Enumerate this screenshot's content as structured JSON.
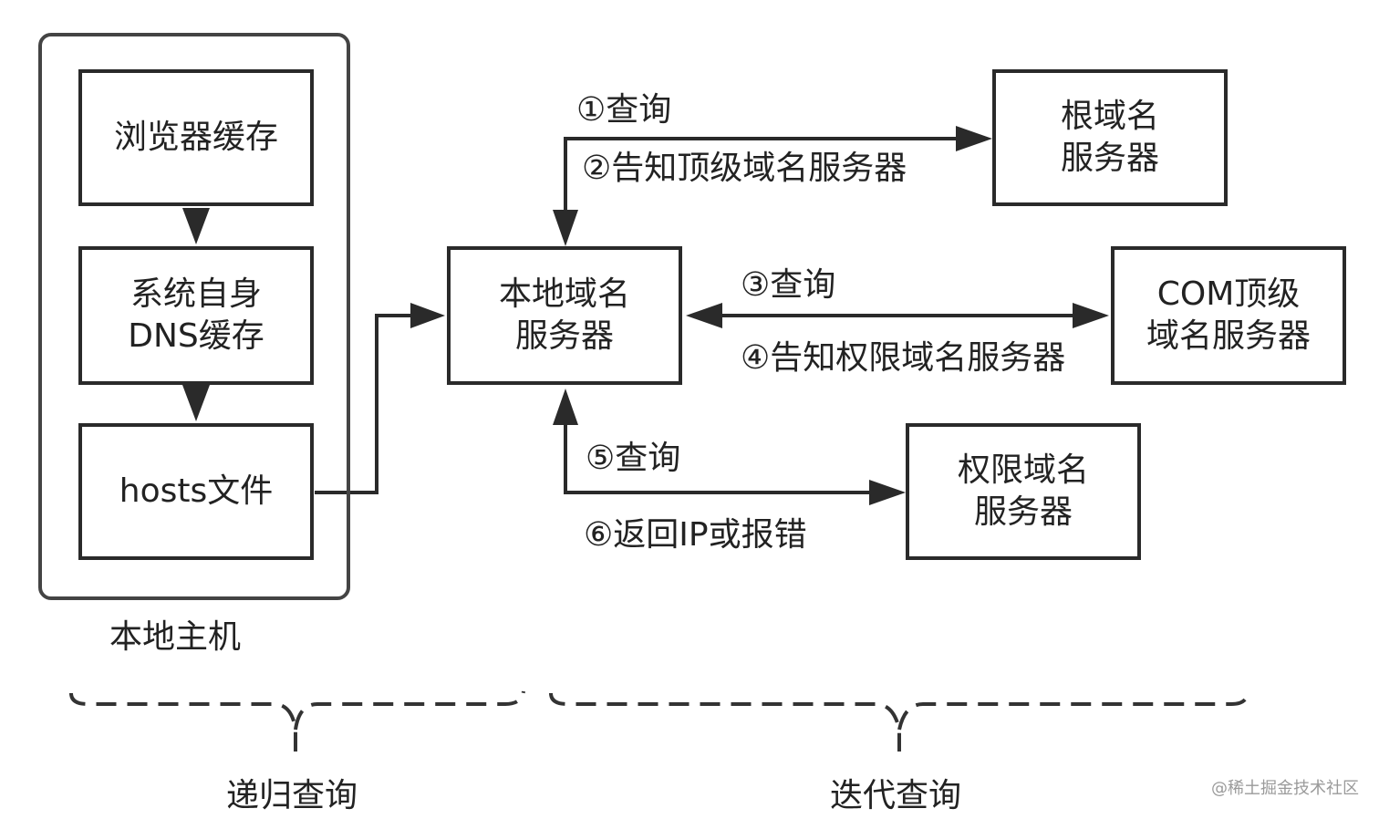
{
  "local_host": {
    "caption": "本地主机",
    "browser_cache": "浏览器缓存",
    "system_dns_cache": "系统自身\nDNS缓存",
    "hosts_file": "hosts文件"
  },
  "servers": {
    "local_dns": "本地域名\n服务器",
    "root_dns": "根域名\n服务器",
    "com_tld_dns": "COM顶级\n域名服务器",
    "authoritative_dns": "权限域名\n服务器"
  },
  "steps": {
    "s1": "①查询",
    "s2": "②告知顶级域名服务器",
    "s3": "③查询",
    "s4": "④告知权限域名服务器",
    "s5": "⑤查询",
    "s6": "⑥返回IP或报错"
  },
  "query_types": {
    "recursive": "递归查询",
    "iterative": "迭代查询"
  },
  "watermark": "@稀土掘金技术社区",
  "colors": {
    "line": "#2a2a2a",
    "dashed": "#333333",
    "text": "#222222"
  }
}
